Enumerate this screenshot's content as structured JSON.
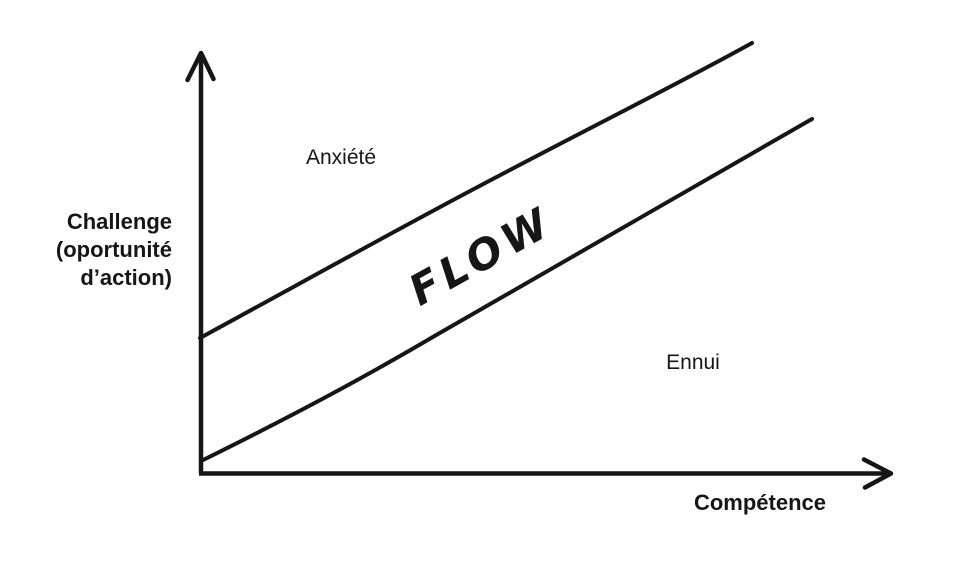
{
  "diagram": {
    "background_color": "#ffffff",
    "ink_color": "#161616",
    "y_axis": {
      "label": "Challenge (oportunité d’action)",
      "label_lines": [
        "Challenge",
        "(oportunité",
        "d’action)"
      ]
    },
    "x_axis": {
      "label": "Compétence"
    },
    "regions": {
      "anxiety": "Anxiété",
      "flow": "FLOW",
      "boredom": "Ennui"
    }
  }
}
